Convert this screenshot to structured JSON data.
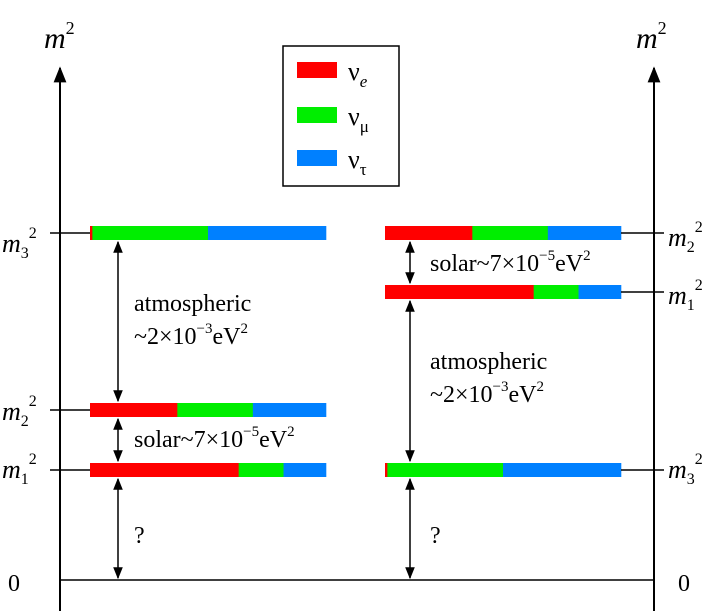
{
  "axes": {
    "left_label": {
      "base": "m",
      "sup": "2"
    },
    "right_label": {
      "base": "m",
      "sup": "2"
    },
    "zero_left": "0",
    "zero_right": "0"
  },
  "legend": {
    "items": [
      {
        "name": "ν_e",
        "glyph": "ν",
        "sub": "e",
        "sub_italic": true,
        "color": "#ff0000"
      },
      {
        "name": "ν_μ",
        "glyph": "ν",
        "sub": "μ",
        "sub_italic": false,
        "color": "#00ee00"
      },
      {
        "name": "ν_τ",
        "glyph": "ν",
        "sub": "τ",
        "sub_italic": false,
        "color": "#0080ff"
      }
    ]
  },
  "colors": {
    "nu_e": "#ff0000",
    "nu_mu": "#00ee00",
    "nu_tau": "#0080ff"
  },
  "normal_hierarchy": {
    "levels": [
      {
        "label": {
          "base": "m",
          "sub": "3",
          "sup": "2"
        },
        "fractions": [
          0.01,
          0.49,
          0.5
        ]
      },
      {
        "label": {
          "base": "m",
          "sub": "2",
          "sup": "2"
        },
        "fractions": [
          0.37,
          0.32,
          0.31
        ]
      },
      {
        "label": {
          "base": "m",
          "sub": "1",
          "sup": "2"
        },
        "fractions": [
          0.63,
          0.19,
          0.18
        ]
      }
    ],
    "gap_labels": {
      "atmospheric": {
        "line1": "atmospheric",
        "line2": {
          "pre": "~2×10",
          "sup": "−3",
          "post": "eV",
          "sup2": "2"
        }
      },
      "solar": {
        "pre": "solar~7×10",
        "sup": "−5",
        "post": "eV",
        "sup2": "2"
      },
      "unknown": "?"
    }
  },
  "inverted_hierarchy": {
    "levels": [
      {
        "label": {
          "base": "m",
          "sub": "2",
          "sup": "2"
        },
        "fractions": [
          0.37,
          0.32,
          0.31
        ]
      },
      {
        "label": {
          "base": "m",
          "sub": "1",
          "sup": "2"
        },
        "fractions": [
          0.63,
          0.19,
          0.18
        ]
      },
      {
        "label": {
          "base": "m",
          "sub": "3",
          "sup": "2"
        },
        "fractions": [
          0.01,
          0.49,
          0.5
        ]
      }
    ],
    "gap_labels": {
      "solar": {
        "pre": "solar~7×10",
        "sup": "−5",
        "post": "eV",
        "sup2": "2"
      },
      "atmospheric": {
        "line1": "atmospheric",
        "line2": {
          "pre": "~2×10",
          "sup": "−3",
          "post": "eV",
          "sup2": "2"
        }
      },
      "unknown": "?"
    }
  }
}
